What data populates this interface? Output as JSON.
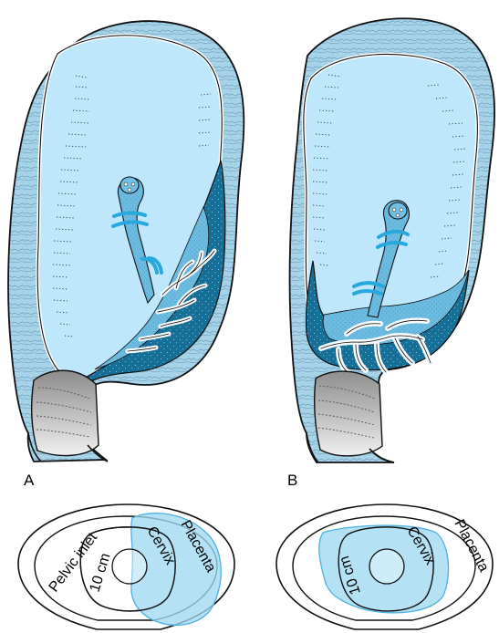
{
  "figure": {
    "panel_a_label": "A",
    "panel_b_label": "B"
  },
  "labels": {
    "a_pelvic_inlet": "Pelvic inlet",
    "a_ten_cm": "10 cm",
    "a_cervix": "Cervix",
    "a_placenta": "Placenta",
    "b_ten_cm": "10 cm",
    "b_cervix": "Cervix",
    "b_placenta": "Placenta"
  },
  "colors": {
    "amniotic": "#bfe7fb",
    "wall": "#9ecde5",
    "wall_texture": "#7eb4d2",
    "placenta": "#167ca2",
    "placenta_light": "#54aace",
    "vessel": "#f8fbfd",
    "cervix": "#b8b8b8",
    "cervix_dark": "#5e5e5e",
    "ink": "#111111",
    "overlay": "#9fd8f1",
    "overlay_stroke": "#4bb1df"
  }
}
